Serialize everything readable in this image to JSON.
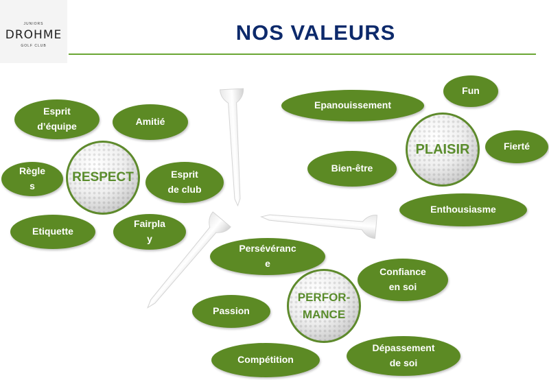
{
  "logo": {
    "top": "JUNIORS",
    "main": "DROHME",
    "bottom": "GOLF CLUB"
  },
  "title": "NOS VALEURS",
  "colors": {
    "oval": "#5c8a24",
    "title": "#0d2a6b",
    "rule": "#6aa633",
    "ball_text": "#5a8c2c"
  },
  "groups": {
    "respect": {
      "ball": "RESPECT",
      "items": {
        "esprit_equipe": "Esprit\nd’équipe",
        "amitie": "Amitié",
        "regles": "Règle\ns",
        "esprit_club": "Esprit\nde club",
        "etiquette": "Etiquette",
        "fairplay": "Fairpla\ny"
      }
    },
    "plaisir": {
      "ball": "PLAISIR",
      "items": {
        "epanouissement": "Epanouissement",
        "fun": "Fun",
        "bien_etre": "Bien-être",
        "fierte": "Fierté",
        "enthousiasme": "Enthousiasme"
      }
    },
    "performance": {
      "ball": "PERFOR-\nMANCE",
      "items": {
        "perseverance": "Persévéranc\ne",
        "confiance": "Confiance\nen soi",
        "passion": "Passion",
        "competition": "Compétition",
        "depassement": "Dépassement\nde soi"
      }
    }
  }
}
